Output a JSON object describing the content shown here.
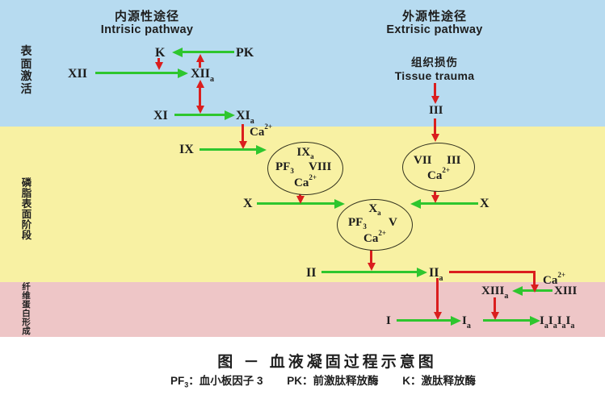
{
  "colors": {
    "band-blue": "#b7dbf0",
    "band-yellow": "#f8f1a3",
    "band-pink": "#eec6c7",
    "arrow-green": "#2ec62e",
    "arrow-red": "#da1e1e",
    "ink": "#1e1e1e"
  },
  "headers": {
    "intrinsic_zh": "内源性途径",
    "intrinsic_en": "Intrisic pathway",
    "extrinsic_zh": "外源性途径",
    "extrinsic_en": "Extrisic pathway",
    "trauma_zh": "组织损伤",
    "trauma_en": "Tissue trauma"
  },
  "stage_labels": {
    "surface_activation": "表面激活",
    "phospholipid_surface_stage": "磷脂表面阶段",
    "fibrin_formation": "纤维蛋白形成"
  },
  "factors": {
    "i": "I",
    "ii": "II",
    "iii": "III",
    "v": "V",
    "vii": "VII",
    "viii": "VIII",
    "ix": "IX",
    "x": "X",
    "xi": "XI",
    "xii": "XII",
    "xiii": "XIII",
    "k": "K",
    "pk": "PK",
    "sub_a": "a",
    "ca": "Ca",
    "ca_sup": "2+",
    "pf": "PF",
    "pf_sub": "3"
  },
  "caption": {
    "title": "图 － 血液凝固过程示意图",
    "pf3_desc": "：血小板因子 3",
    "pk_desc": "：前激肽释放酶",
    "k_desc": "：激肽释放酶"
  }
}
